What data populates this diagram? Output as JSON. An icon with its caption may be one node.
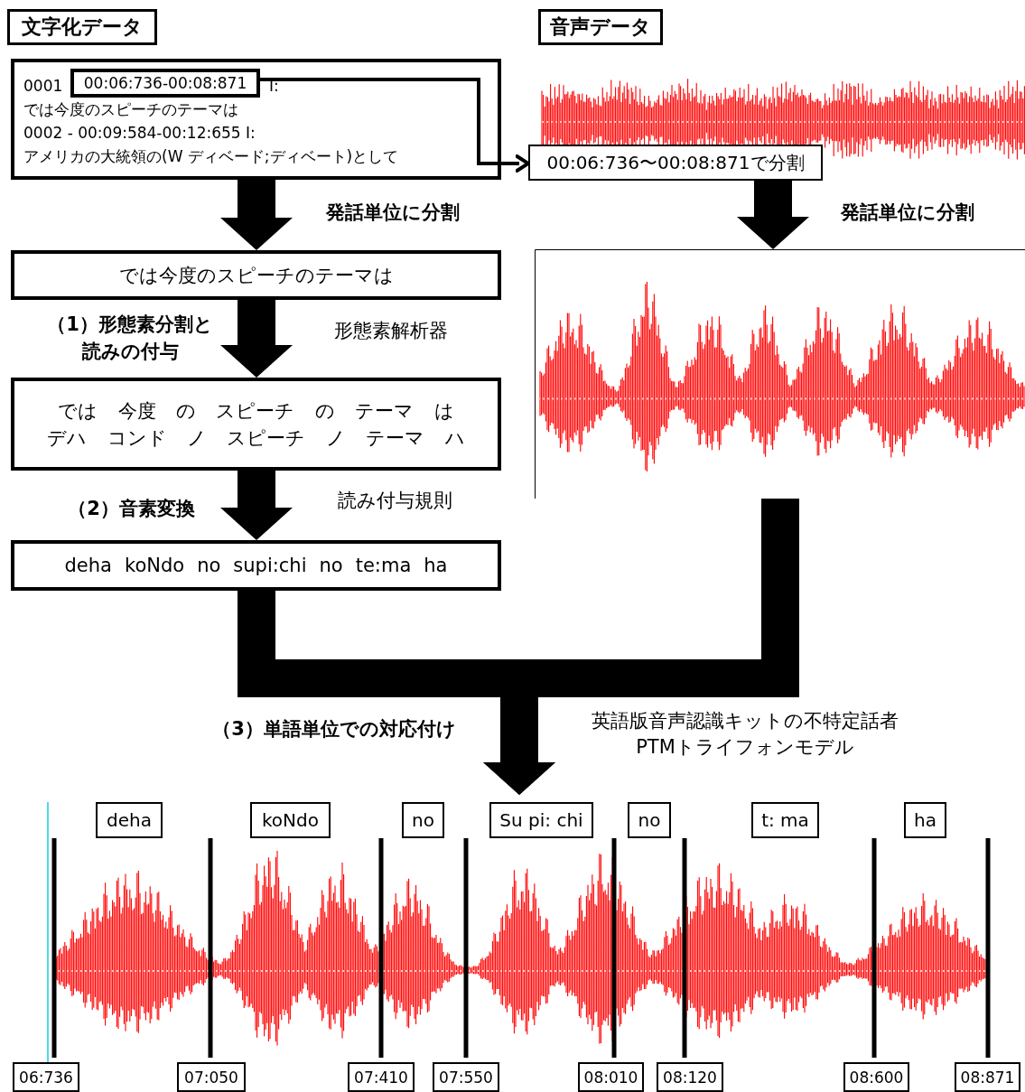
{
  "diagram": {
    "nodes": [
      {
        "text": [
          "文字化データ"
        ]
      },
      {
        "text": [
          "0001",
          "I:",
          "では今度のスピーチのテーマは",
          "0002 - 00:09:584-00:12:655 I:",
          "アメリカの大統領の(W ディベード;ディベート)として"
        ]
      },
      {
        "text": [
          "00:06:736-00:08:871"
        ],
        "in": 1
      },
      {
        "text": [
          "音声データ"
        ]
      },
      {
        "text": [],
        "shape": "picture"
      },
      {
        "text": [
          "00:06:736〜00:08:871で分割"
        ]
      },
      {
        "text": [],
        "shape": "picture"
      },
      {
        "text": [
          "では今度のスピーチのテーマは"
        ]
      },
      {
        "text": [
          "では 今度 の スピーチ の テーマ は",
          "デハ コンド ノ スピーチ ノ テーマ ハ"
        ]
      },
      {
        "text": [
          "deha koNdo no supi:chi no te:ma ha"
        ]
      },
      {
        "text": [],
        "shape": "picture"
      },
      {
        "text": [
          "deha"
        ],
        "in": 10
      },
      {
        "text": [
          "koNdo"
        ],
        "in": 10
      },
      {
        "text": [
          "no"
        ],
        "in": 10
      },
      {
        "text": [
          "Su pi: chi"
        ],
        "in": 10
      },
      {
        "text": [
          "no"
        ],
        "in": 10
      },
      {
        "text": [
          "t: ma"
        ],
        "in": 10
      },
      {
        "text": [
          "ha"
        ],
        "in": 10
      },
      {
        "text": [
          "06:736"
        ]
      },
      {
        "text": [
          "07:050"
        ]
      },
      {
        "text": [
          "07:410"
        ]
      },
      {
        "text": [
          "07:550"
        ]
      },
      {
        "text": [
          "08:010"
        ]
      },
      {
        "text": [
          "08:120"
        ]
      },
      {
        "text": [
          "08:600"
        ]
      },
      {
        "text": [
          "08:871"
        ]
      }
    ],
    "edges": [
      {
        "from": 2,
        "to": 5,
        "arrow": "to"
      },
      {
        "from": 1,
        "to": 7,
        "arrow": "to",
        "label": "発話単位に分割"
      },
      {
        "from": 5,
        "to": 6,
        "arrow": "to",
        "label": "発話単位に分割"
      },
      {
        "from": 7,
        "to": 8,
        "arrow": "to",
        "label": "（1）形態素分割と読みの付与"
      },
      {
        "from": 8,
        "to": 9,
        "arrow": "to",
        "label": "（2）音素変換"
      },
      {
        "from": 9,
        "to": 10,
        "arrow": "to",
        "label": "（3）単語単位での対応付け"
      },
      {
        "from": 6,
        "to": 10,
        "arrow": "to"
      }
    ],
    "labels": [
      "形態素解析器",
      "読み付与規則",
      "英語版音声認識キットの不特定話者PTMトライフォンモデル"
    ]
  }
}
